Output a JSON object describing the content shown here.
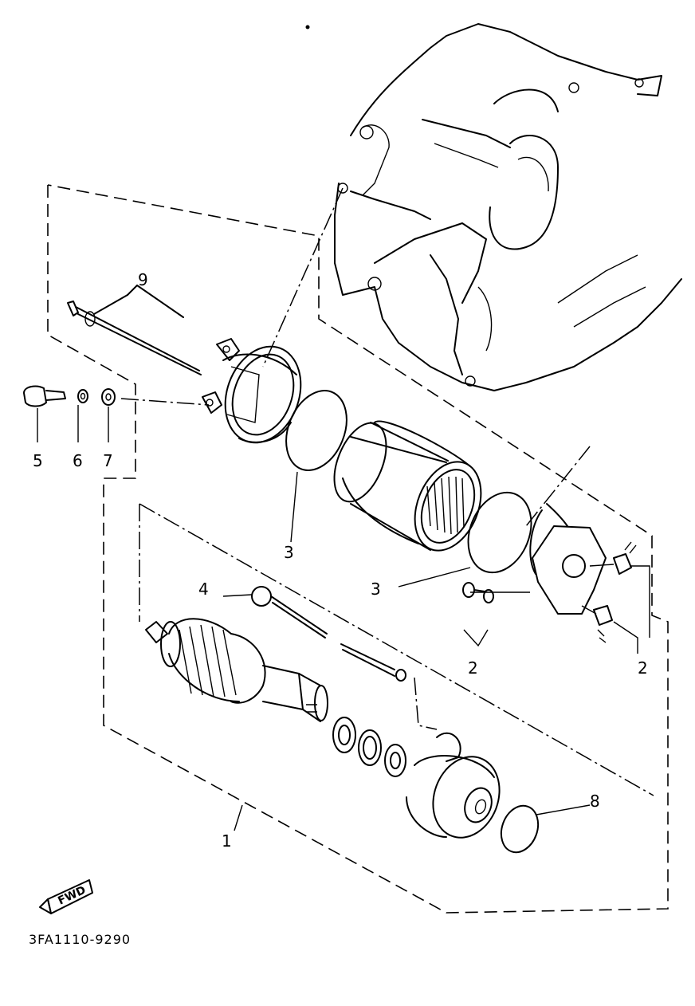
{
  "diagram": {
    "part_code": "3FA1110-9290",
    "direction_label": "FWD",
    "callouts": [
      {
        "id": "c1",
        "label": "1"
      },
      {
        "id": "c2a",
        "label": "2"
      },
      {
        "id": "c2b",
        "label": "2"
      },
      {
        "id": "c3a",
        "label": "3"
      },
      {
        "id": "c3b",
        "label": "3"
      },
      {
        "id": "c4",
        "label": "4"
      },
      {
        "id": "c5",
        "label": "5"
      },
      {
        "id": "c6",
        "label": "6"
      },
      {
        "id": "c7",
        "label": "7"
      },
      {
        "id": "c8",
        "label": "8"
      },
      {
        "id": "c9",
        "label": "9"
      }
    ]
  }
}
